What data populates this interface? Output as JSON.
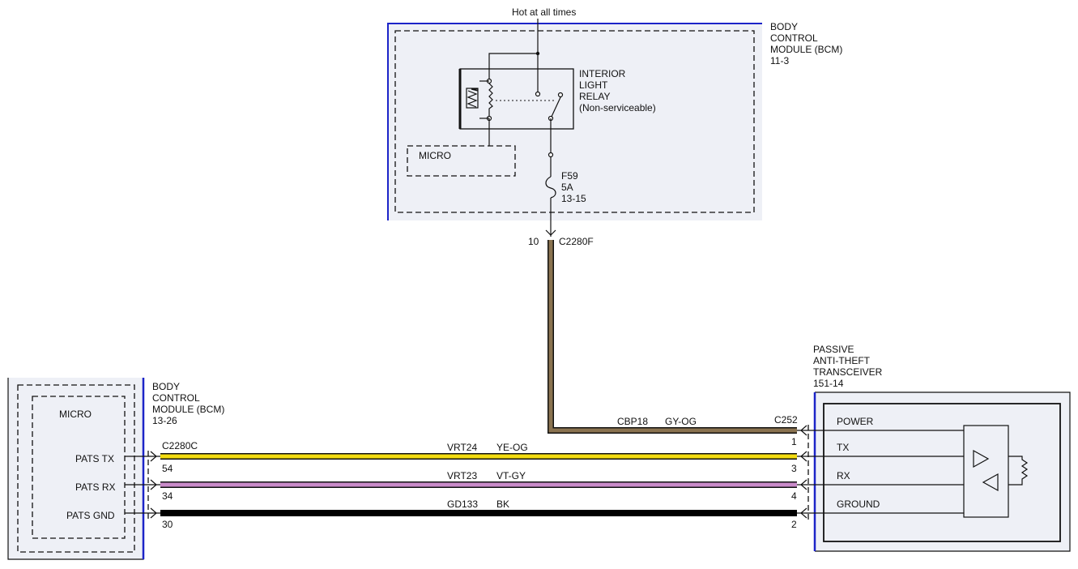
{
  "colors": {
    "module_border": "#1c24c8",
    "module_fill": "#eef0f6",
    "wire_gy_og": "#8a7350",
    "wire_ye_og": "#f3dc10",
    "wire_vt_gy": "#c98ac9",
    "wire_bk": "#000000"
  },
  "top_module": {
    "supply_label": "Hot at all times",
    "name_lines": [
      "BODY",
      "CONTROL",
      "MODULE (BCM)",
      "11-3"
    ],
    "relay_lines": [
      "INTERIOR",
      "LIGHT",
      "RELAY",
      "(Non-serviceable)"
    ],
    "micro_label": "MICRO",
    "fuse_lines": [
      "F59",
      "5A",
      "13-15"
    ],
    "connector_pin": "10",
    "connector": "C2280F"
  },
  "left_module": {
    "name_lines": [
      "BODY",
      "CONTROL",
      "MODULE (BCM)",
      "13-26"
    ],
    "micro_label": "MICRO",
    "pins": [
      "PATS TX",
      "PATS RX",
      "PATS GND"
    ],
    "connector": "C2280C",
    "pin_numbers": [
      "54",
      "34",
      "30"
    ]
  },
  "right_module": {
    "name_lines": [
      "PASSIVE",
      "ANTI-THEFT",
      "TRANSCEIVER",
      "151-14"
    ],
    "connector": "C252",
    "pins": [
      "POWER",
      "TX",
      "RX",
      "GROUND"
    ],
    "pin_numbers": [
      "1",
      "3",
      "4",
      "2"
    ]
  },
  "wires": [
    {
      "circuit": "CBP18",
      "color": "GY-OG"
    },
    {
      "circuit": "VRT24",
      "color": "YE-OG"
    },
    {
      "circuit": "VRT23",
      "color": "VT-GY"
    },
    {
      "circuit": "GD133",
      "color": "BK"
    }
  ]
}
